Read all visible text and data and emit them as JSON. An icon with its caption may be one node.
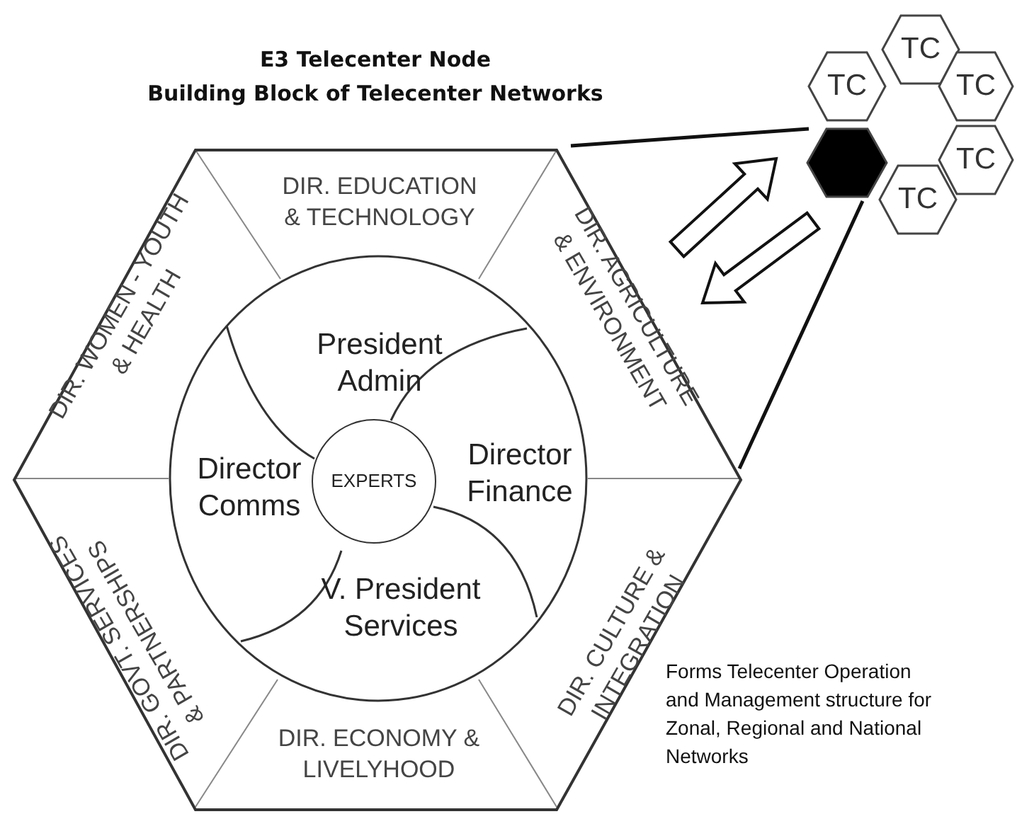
{
  "diagram": {
    "title": "E3 Telecenter Node",
    "nodes": [
      {
        "text": [],
        "shape": "hexagon"
      },
      {
        "text": [
          "DIR. EDUCATION & TECHNOLOGY"
        ],
        "in": 0
      },
      {
        "text": [
          "DIR. AGRICULTURE & ENVIRONMENT"
        ],
        "in": 0
      },
      {
        "text": [
          "DIR. CULTURE & INTEGRATION"
        ],
        "in": 0
      },
      {
        "text": [
          "DIR. ECONOMY & LIVELYHOOD"
        ],
        "in": 0
      },
      {
        "text": [
          "DIR. GOVT. SERVICES & PARTNERSHIPS"
        ],
        "in": 0
      },
      {
        "text": [
          "DIR. WOMEN - YOUTH & HEALTH"
        ],
        "in": 0
      },
      {
        "text": [],
        "shape": "circle",
        "in": 0
      },
      {
        "text": [
          "President Admin"
        ],
        "in": 7
      },
      {
        "text": [
          "Director Finance"
        ],
        "in": 7
      },
      {
        "text": [
          "V. President Services"
        ],
        "in": 7
      },
      {
        "text": [
          "Director Comms"
        ],
        "in": 7
      },
      {
        "text": [
          "EXPERTS"
        ],
        "in": 7
      },
      {
        "text": [],
        "shape": "hexagon"
      },
      {
        "text": [
          "TC"
        ]
      },
      {
        "text": [
          "TC"
        ]
      },
      {
        "text": [
          "TC"
        ]
      },
      {
        "text": [
          "TC"
        ]
      },
      {
        "text": [
          "TC"
        ]
      }
    ],
    "edges": [
      {
        "from": 0,
        "to": 13,
        "arrow": "none"
      },
      {
        "from": 0,
        "to": 13,
        "arrow": "none"
      },
      {
        "from": 0,
        "to": 13,
        "arrow": "to"
      },
      {
        "from": 13,
        "to": 0,
        "arrow": "to"
      }
    ],
    "labels": [
      "Building Block of Telecenter Networks",
      "Forms Telecenter Operation and Management structure for Zonal, Regional and National Networks"
    ]
  }
}
